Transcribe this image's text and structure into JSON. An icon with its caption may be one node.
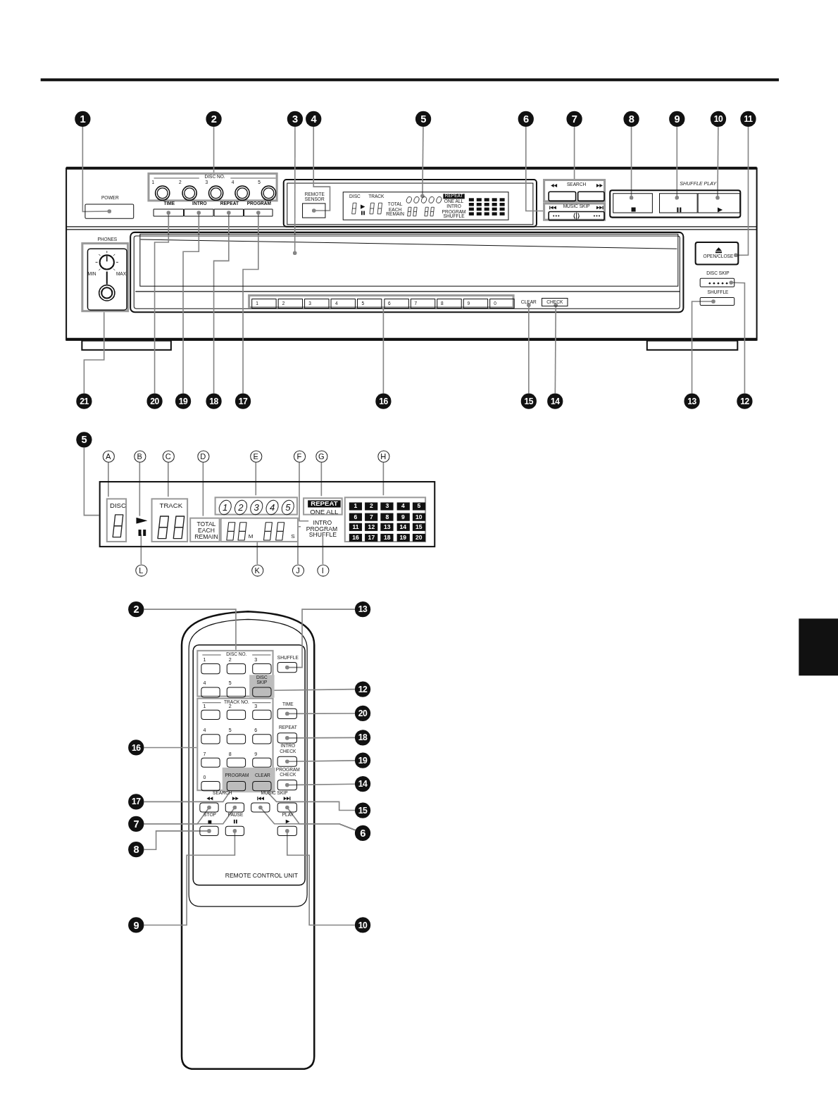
{
  "diagram": {
    "nodes": [
      {
        "text": [
          "1"
        ]
      },
      {
        "text": [
          "2"
        ]
      },
      {
        "text": [
          "3"
        ]
      },
      {
        "text": [
          "4"
        ]
      },
      {
        "text": [
          "5"
        ]
      },
      {
        "text": [
          "6"
        ]
      },
      {
        "text": [
          "7"
        ]
      },
      {
        "text": [
          "8"
        ]
      },
      {
        "text": [
          "9"
        ]
      },
      {
        "text": [
          "10"
        ]
      },
      {
        "text": [
          "11"
        ]
      },
      {
        "text": [
          "12"
        ]
      },
      {
        "text": [
          "13"
        ]
      },
      {
        "text": [
          "14"
        ]
      },
      {
        "text": [
          "15"
        ]
      },
      {
        "text": [
          "16"
        ]
      },
      {
        "text": [
          "17"
        ]
      },
      {
        "text": [
          "18"
        ]
      },
      {
        "text": [
          "19"
        ]
      },
      {
        "text": [
          "20"
        ]
      },
      {
        "text": [
          "21"
        ]
      },
      {
        "text": [
          "POWER"
        ]
      },
      {
        "text": [
          "DISC NO.",
          "1",
          "2",
          "3",
          "4",
          "5"
        ]
      },
      {
        "text": [],
        "shape": "box"
      },
      {
        "text": [
          "REMOTE SENSOR"
        ]
      },
      {
        "text": [
          "DISC",
          "TRACK",
          "TOTAL EACH REMAIN",
          "REPEAT",
          "ONE ALL",
          "INTRO PROGRAM SHUFFLE"
        ]
      },
      {
        "text": [
          "SEARCH"
        ]
      },
      {
        "text": [
          "MUSIC SKIP"
        ]
      },
      {
        "text": [
          "SHUFFLE PLAY"
        ]
      },
      {
        "text": [],
        "shape": "box",
        "in": 28
      },
      {
        "text": [],
        "shape": "box",
        "in": 28
      },
      {
        "text": [],
        "shape": "box",
        "in": 28
      },
      {
        "text": [
          "OPEN/CLOSE"
        ]
      },
      {
        "text": [
          "DISC SKIP"
        ]
      },
      {
        "text": [
          "SHUFFLE"
        ]
      },
      {
        "text": [
          "CLEAR"
        ]
      },
      {
        "text": [
          "CHECK"
        ]
      },
      {
        "text": [],
        "shape": "box"
      },
      {
        "text": [
          "1"
        ],
        "in": 37
      },
      {
        "text": [
          "2"
        ],
        "in": 37
      },
      {
        "text": [
          "3"
        ],
        "in": 37
      },
      {
        "text": [
          "4"
        ],
        "in": 37
      },
      {
        "text": [
          "5"
        ],
        "in": 37
      },
      {
        "text": [
          "6"
        ],
        "in": 37
      },
      {
        "text": [
          "7"
        ],
        "in": 37
      },
      {
        "text": [
          "8"
        ],
        "in": 37
      },
      {
        "text": [
          "9"
        ],
        "in": 37
      },
      {
        "text": [
          "0"
        ],
        "in": 37
      },
      {
        "text": [
          "TIME"
        ]
      },
      {
        "text": [
          "INTRO"
        ]
      },
      {
        "text": [
          "REPEAT"
        ]
      },
      {
        "text": [
          "PROGRAM"
        ]
      },
      {
        "text": [
          "PHONES",
          "MIN",
          "MAX"
        ]
      },
      {
        "text": [
          "5"
        ]
      },
      {
        "text": [],
        "shape": "box"
      },
      {
        "text": [
          "DISC"
        ],
        "in": 54
      },
      {
        "text": [],
        "shape": "triangle",
        "in": 54
      },
      {
        "text": [],
        "shape": "bar",
        "in": 54
      },
      {
        "text": [
          "TRACK"
        ],
        "in": 54
      },
      {
        "text": [
          "TOTAL EACH REMAIN"
        ],
        "in": 54
      },
      {
        "text": [
          "1",
          "2",
          "3",
          "4",
          "5"
        ],
        "in": 54
      },
      {
        "text": [
          "M",
          "S"
        ],
        "in": 54
      },
      {
        "text": [
          "REPEAT",
          "ONE ALL"
        ],
        "in": 54
      },
      {
        "text": [
          "INTRO"
        ],
        "in": 54
      },
      {
        "text": [
          "PROGRAM"
        ],
        "in": 54
      },
      {
        "text": [
          "SHUFFLE"
        ],
        "in": 54
      },
      {
        "text": [],
        "shape": "box",
        "in": 54
      },
      {
        "text": [
          "1"
        ],
        "in": 66
      },
      {
        "text": [
          "2"
        ],
        "in": 66
      },
      {
        "text": [
          "3"
        ],
        "in": 66
      },
      {
        "text": [
          "4"
        ],
        "in": 66
      },
      {
        "text": [
          "5"
        ],
        "in": 66
      },
      {
        "text": [
          "6"
        ],
        "in": 66
      },
      {
        "text": [
          "7"
        ],
        "in": 66
      },
      {
        "text": [
          "8"
        ],
        "in": 66
      },
      {
        "text": [
          "9"
        ],
        "in": 66
      },
      {
        "text": [
          "10"
        ],
        "in": 66
      },
      {
        "text": [
          "11"
        ],
        "in": 66
      },
      {
        "text": [
          "12"
        ],
        "in": 66
      },
      {
        "text": [
          "13"
        ],
        "in": 66
      },
      {
        "text": [
          "14"
        ],
        "in": 66
      },
      {
        "text": [
          "15"
        ],
        "in": 66
      },
      {
        "text": [
          "16"
        ],
        "in": 66
      },
      {
        "text": [
          "17"
        ],
        "in": 66
      },
      {
        "text": [
          "18"
        ],
        "in": 66
      },
      {
        "text": [
          "19"
        ],
        "in": 66
      },
      {
        "text": [
          "20"
        ],
        "in": 66
      },
      {
        "text": [
          "A"
        ]
      },
      {
        "text": [
          "B"
        ]
      },
      {
        "text": [
          "C"
        ]
      },
      {
        "text": [
          "D"
        ]
      },
      {
        "text": [
          "E"
        ]
      },
      {
        "text": [
          "F"
        ]
      },
      {
        "text": [
          "G"
        ]
      },
      {
        "text": [
          "H"
        ]
      },
      {
        "text": [
          "L"
        ]
      },
      {
        "text": [
          "K"
        ]
      },
      {
        "text": [
          "J"
        ]
      },
      {
        "text": [
          "I"
        ]
      },
      {
        "text": [
          "2"
        ]
      },
      {
        "text": [
          "13"
        ]
      },
      {
        "text": [
          "12"
        ]
      },
      {
        "text": [
          "20"
        ]
      },
      {
        "text": [
          "18"
        ]
      },
      {
        "text": [
          "16"
        ]
      },
      {
        "text": [
          "19"
        ]
      },
      {
        "text": [
          "14"
        ]
      },
      {
        "text": [
          "17"
        ]
      },
      {
        "text": [
          "15"
        ]
      },
      {
        "text": [
          "7"
        ]
      },
      {
        "text": [
          "6"
        ]
      },
      {
        "text": [
          "8"
        ]
      },
      {
        "text": [
          "9"
        ]
      },
      {
        "text": [
          "10"
        ]
      },
      {
        "text": [
          "DISC NO."
        ]
      },
      {
        "text": [
          "1"
        ],
        "in": 114
      },
      {
        "text": [
          "2"
        ],
        "in": 114
      },
      {
        "text": [
          "3"
        ],
        "in": 114
      },
      {
        "text": [
          "4"
        ],
        "in": 114
      },
      {
        "text": [
          "5"
        ],
        "in": 114
      },
      {
        "text": [
          "DISC SKIP"
        ],
        "in": 114
      },
      {
        "text": [],
        "shape": "box",
        "in": 120
      },
      {
        "text": [
          "TRACK NO."
        ]
      },
      {
        "text": [
          "1"
        ],
        "in": 122
      },
      {
        "text": [
          "2"
        ],
        "in": 122
      },
      {
        "text": [
          "3"
        ],
        "in": 122
      },
      {
        "text": [
          "4"
        ],
        "in": 122
      },
      {
        "text": [
          "5"
        ],
        "in": 122
      },
      {
        "text": [
          "6"
        ],
        "in": 122
      },
      {
        "text": [
          "7"
        ],
        "in": 122
      },
      {
        "text": [
          "8"
        ],
        "in": 122
      },
      {
        "text": [
          "9"
        ],
        "in": 122
      },
      {
        "text": [
          "0"
        ],
        "in": 122
      },
      {
        "text": [],
        "shape": "box",
        "in": 122
      },
      {
        "text": [
          "PROGRAM"
        ],
        "in": 133
      },
      {
        "text": [
          "CLEAR"
        ],
        "in": 133
      },
      {
        "text": [
          "SHUFFLE"
        ]
      },
      {
        "text": [
          "TIME"
        ]
      },
      {
        "text": [
          "REPEAT"
        ]
      },
      {
        "text": [
          "INTRO CHECK"
        ]
      },
      {
        "text": [
          "PROGRAM CHECK"
        ]
      },
      {
        "text": [],
        "shape": "box"
      },
      {
        "text": [],
        "shape": "box"
      },
      {
        "text": [],
        "shape": "box"
      },
      {
        "text": [],
        "shape": "box"
      },
      {
        "text": [
          "STOP"
        ]
      },
      {
        "text": [
          "PAUSE"
        ]
      },
      {
        "text": [
          "PLAY"
        ]
      },
      {
        "text": [],
        "shape": "box"
      }
    ],
    "edges": [
      {
        "from": 0,
        "to": 21,
        "arrow": "other"
      },
      {
        "from": 1,
        "to": 22,
        "arrow": "none"
      },
      {
        "from": 2,
        "to": 23,
        "arrow": "other"
      },
      {
        "from": 3,
        "to": 24,
        "arrow": "other"
      },
      {
        "from": 4,
        "to": 25,
        "arrow": "other"
      },
      {
        "from": 5,
        "to": 27,
        "arrow": "none"
      },
      {
        "from": 6,
        "to": 26,
        "arrow": "none"
      },
      {
        "from": 7,
        "to": 29,
        "arrow": "other"
      },
      {
        "from": 8,
        "to": 30,
        "arrow": "other"
      },
      {
        "from": 9,
        "to": 31,
        "arrow": "other"
      },
      {
        "from": 10,
        "to": 32,
        "arrow": "other"
      },
      {
        "from": 11,
        "to": 33,
        "arrow": "other"
      },
      {
        "from": 12,
        "to": 34,
        "arrow": "other"
      },
      {
        "from": 13,
        "to": 36,
        "arrow": "other"
      },
      {
        "from": 14,
        "to": 35,
        "arrow": "other"
      },
      {
        "from": 15,
        "to": 37,
        "arrow": "none"
      },
      {
        "from": 16,
        "to": 51,
        "arrow": "other"
      },
      {
        "from": 17,
        "to": 50,
        "arrow": "other"
      },
      {
        "from": 18,
        "to": 49,
        "arrow": "other"
      },
      {
        "from": 19,
        "to": 48,
        "arrow": "other"
      },
      {
        "from": 20,
        "to": 52,
        "arrow": "none"
      },
      {
        "from": 53,
        "to": 54,
        "arrow": "none"
      },
      {
        "from": 87,
        "to": 55,
        "arrow": "none"
      },
      {
        "from": 88,
        "to": 56,
        "arrow": "none"
      },
      {
        "from": 89,
        "to": 58,
        "arrow": "none"
      },
      {
        "from": 90,
        "to": 59,
        "arrow": "none"
      },
      {
        "from": 91,
        "to": 60,
        "arrow": "none"
      },
      {
        "from": 92,
        "to": 63,
        "arrow": "none"
      },
      {
        "from": 93,
        "to": 62,
        "arrow": "none"
      },
      {
        "from": 94,
        "to": 66,
        "arrow": "none"
      },
      {
        "from": 95,
        "to": 57,
        "arrow": "none"
      },
      {
        "from": 96,
        "to": 61,
        "arrow": "none"
      },
      {
        "from": 97,
        "to": 64,
        "arrow": "none"
      },
      {
        "from": 98,
        "to": 65,
        "arrow": "none"
      },
      {
        "from": 99,
        "to": 114,
        "arrow": "none"
      },
      {
        "from": 100,
        "to": 136,
        "arrow": "other"
      },
      {
        "from": 101,
        "to": 121,
        "arrow": "other"
      },
      {
        "from": 102,
        "to": 137,
        "arrow": "other"
      },
      {
        "from": 103,
        "to": 138,
        "arrow": "other"
      },
      {
        "from": 104,
        "to": 122,
        "arrow": "none"
      },
      {
        "from": 105,
        "to": 139,
        "arrow": "other"
      },
      {
        "from": 106,
        "to": 140,
        "arrow": "other"
      },
      {
        "from": 107,
        "to": 134,
        "arrow": "other"
      },
      {
        "from": 108,
        "to": 135,
        "arrow": "other"
      },
      {
        "from": 109,
        "to": 141,
        "arrow": "other"
      },
      {
        "from": 109,
        "to": 142,
        "arrow": "other"
      },
      {
        "from": 110,
        "to": 143,
        "arrow": "other"
      },
      {
        "from": 110,
        "to": 144,
        "arrow": "other"
      },
      {
        "from": 111,
        "to": 145,
        "arrow": "other"
      },
      {
        "from": 112,
        "to": 146,
        "arrow": "other"
      },
      {
        "from": 113,
        "to": 147,
        "arrow": "other"
      }
    ],
    "labels": [
      "SEARCH",
      "MUSIC SKIP",
      "REMOTE CONTROL UNIT"
    ]
  }
}
